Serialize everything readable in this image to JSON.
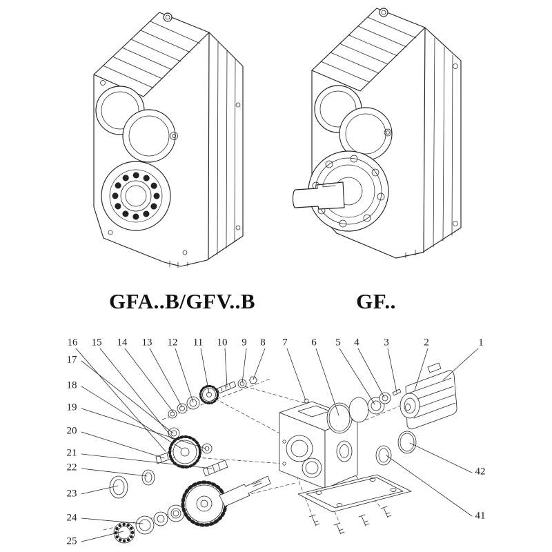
{
  "page": {
    "background_color": "#ffffff",
    "line_color": "#222222"
  },
  "models": [
    {
      "label": "GFA..B/GFV..B"
    },
    {
      "label": "GF.."
    }
  ],
  "exploded_view": {
    "callouts": [
      {
        "label": "16"
      },
      {
        "label": "15"
      },
      {
        "label": "14"
      },
      {
        "label": "13"
      },
      {
        "label": "12"
      },
      {
        "label": "11"
      },
      {
        "label": "10"
      },
      {
        "label": "9"
      },
      {
        "label": "8"
      },
      {
        "label": "7"
      },
      {
        "label": "6"
      },
      {
        "label": "5"
      },
      {
        "label": "4"
      },
      {
        "label": "3"
      },
      {
        "label": "2"
      },
      {
        "label": "1"
      },
      {
        "label": "17"
      },
      {
        "label": "18"
      },
      {
        "label": "19"
      },
      {
        "label": "20"
      },
      {
        "label": "21"
      },
      {
        "label": "22"
      },
      {
        "label": "23"
      },
      {
        "label": "24"
      },
      {
        "label": "25"
      },
      {
        "label": "42"
      },
      {
        "label": "41"
      }
    ]
  }
}
